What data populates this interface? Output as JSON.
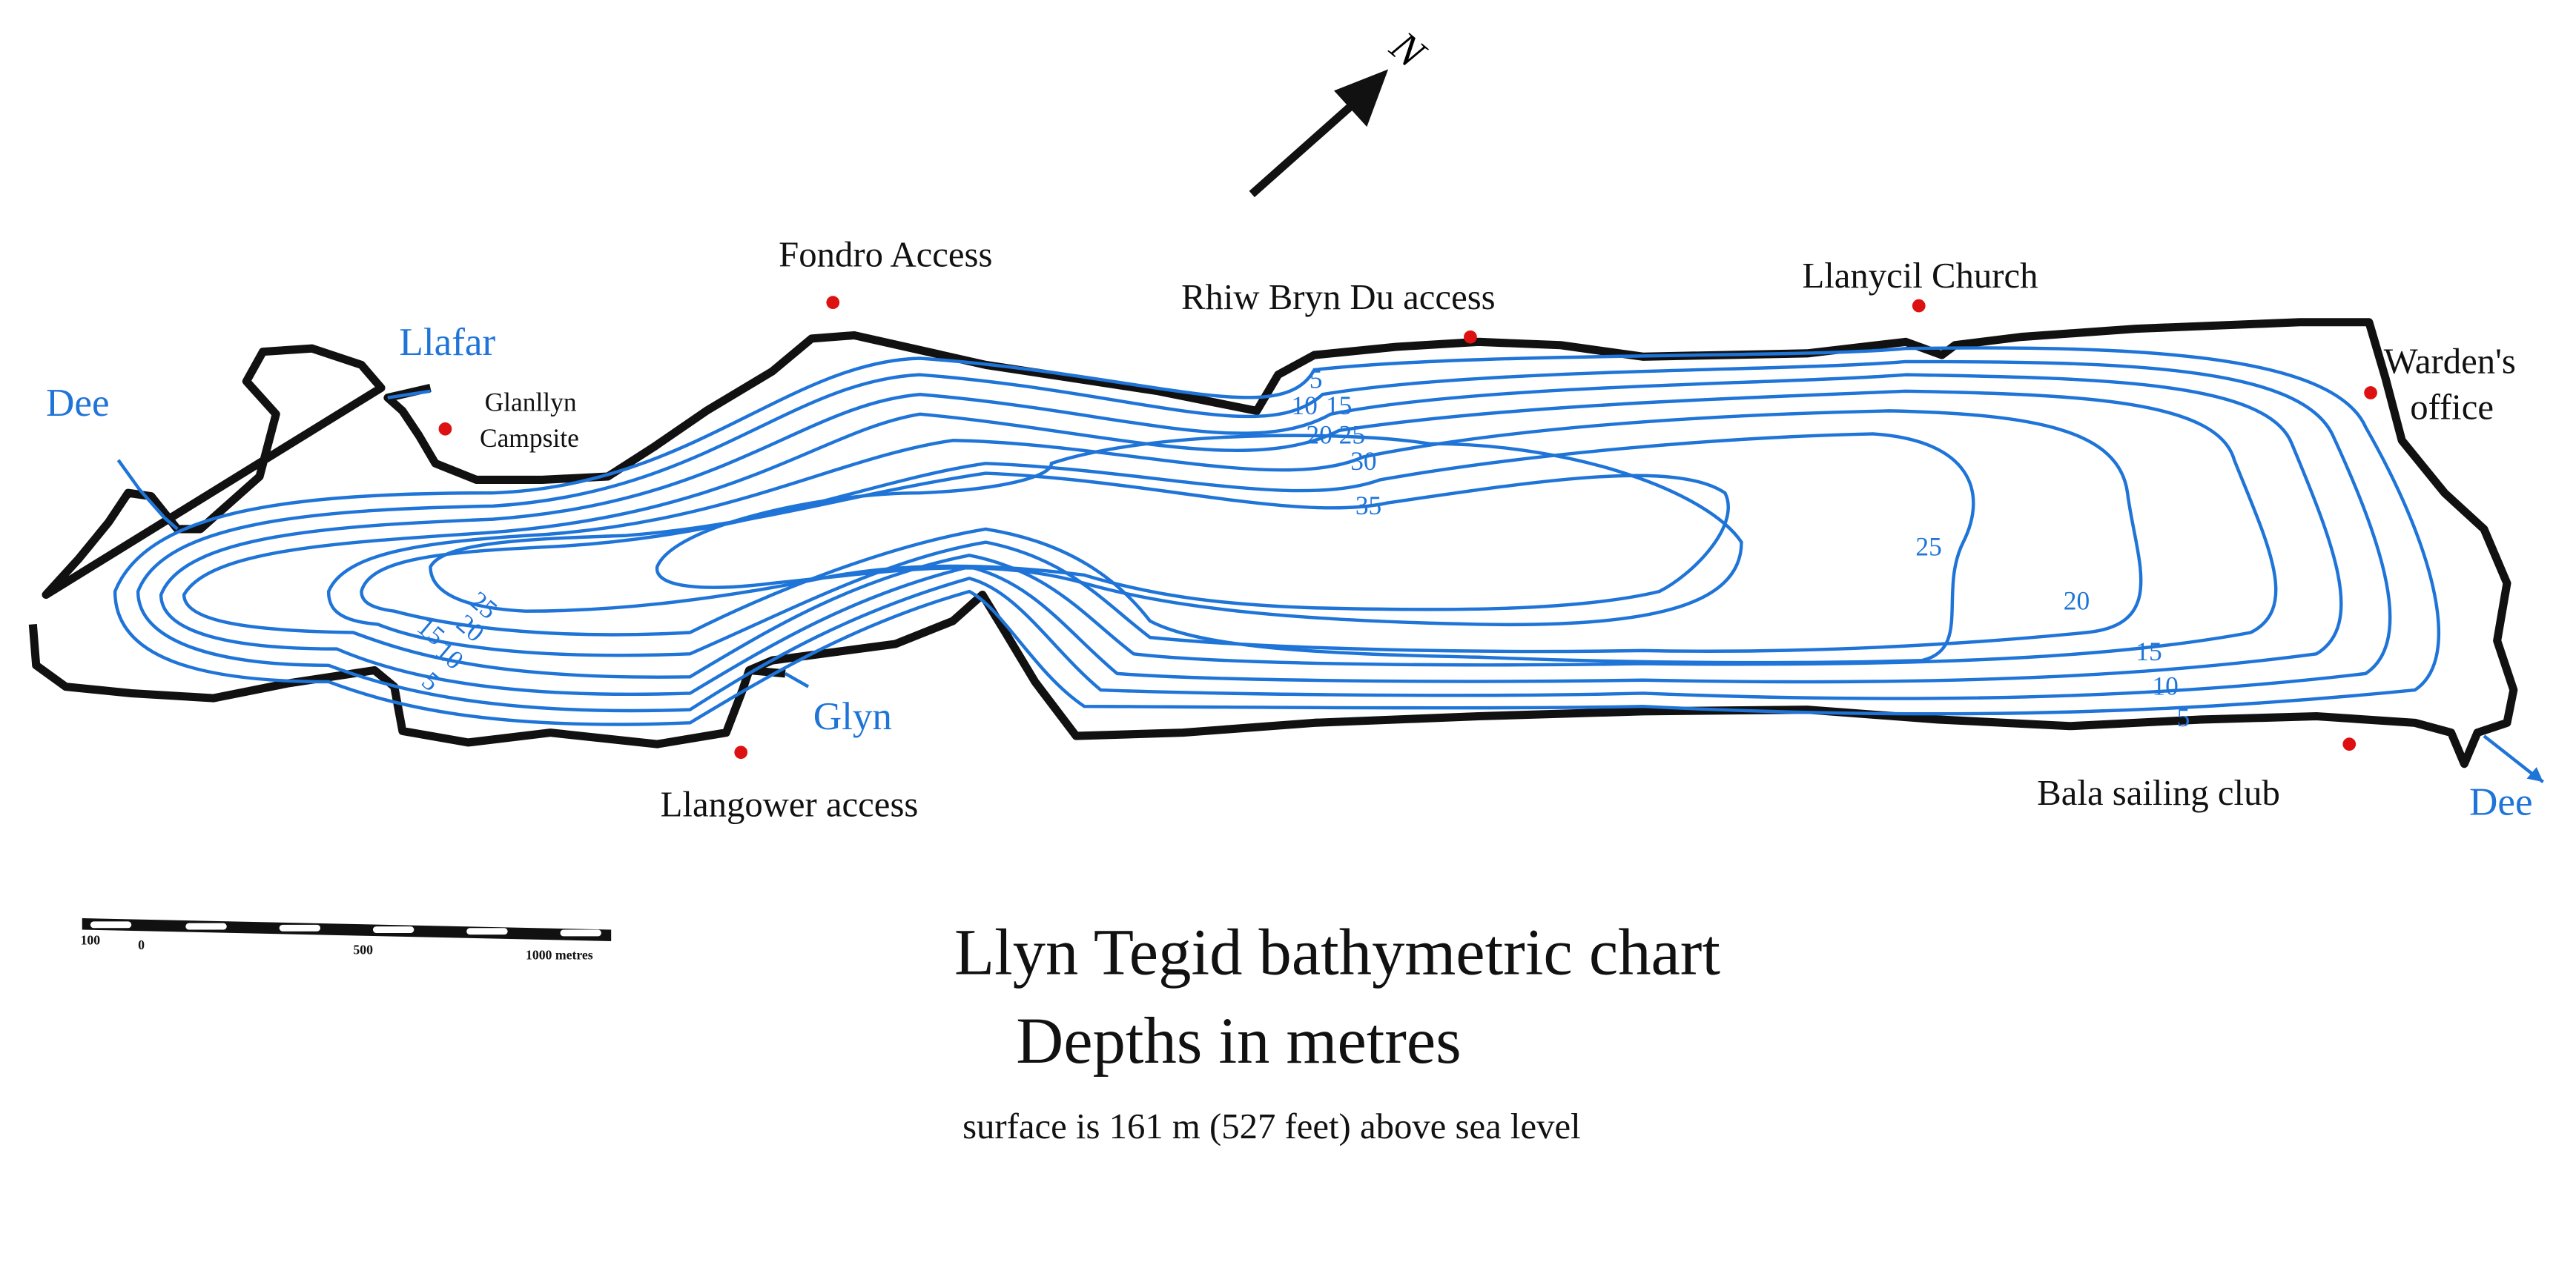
{
  "title": "Llyn Tegid bathymetric chart",
  "subtitle": "Depths in metres",
  "note": "surface is 161 m (527 feet) above sea level",
  "north_label": "N",
  "places": {
    "fondro": "Fondro Access",
    "rhiw": "Rhiw Bryn Du access",
    "llanycil": "Llanycil Church",
    "warden_line1": "Warden's",
    "warden_line2": "office",
    "glanllyn_line1": "Glanllyn",
    "glanllyn_line2": "Campsite",
    "llangower": "Llangower access",
    "bala": "Bala sailing club"
  },
  "rivers": {
    "dee_west": "Dee",
    "llafar": "Llafar",
    "glyn": "Glyn",
    "dee_east": "Dee"
  },
  "depth_labels": [
    "5",
    "10",
    "15",
    "20",
    "25",
    "30",
    "35",
    "25",
    "20",
    "15",
    "10",
    "5",
    "25",
    "20",
    "15",
    "10",
    "5"
  ],
  "scale_bar": {
    "labels": [
      "100",
      "0",
      "500",
      "1000 metres"
    ]
  },
  "colors": {
    "water_lines": "#1f74d8",
    "markers": "#dd1111",
    "shore": "#111111"
  }
}
